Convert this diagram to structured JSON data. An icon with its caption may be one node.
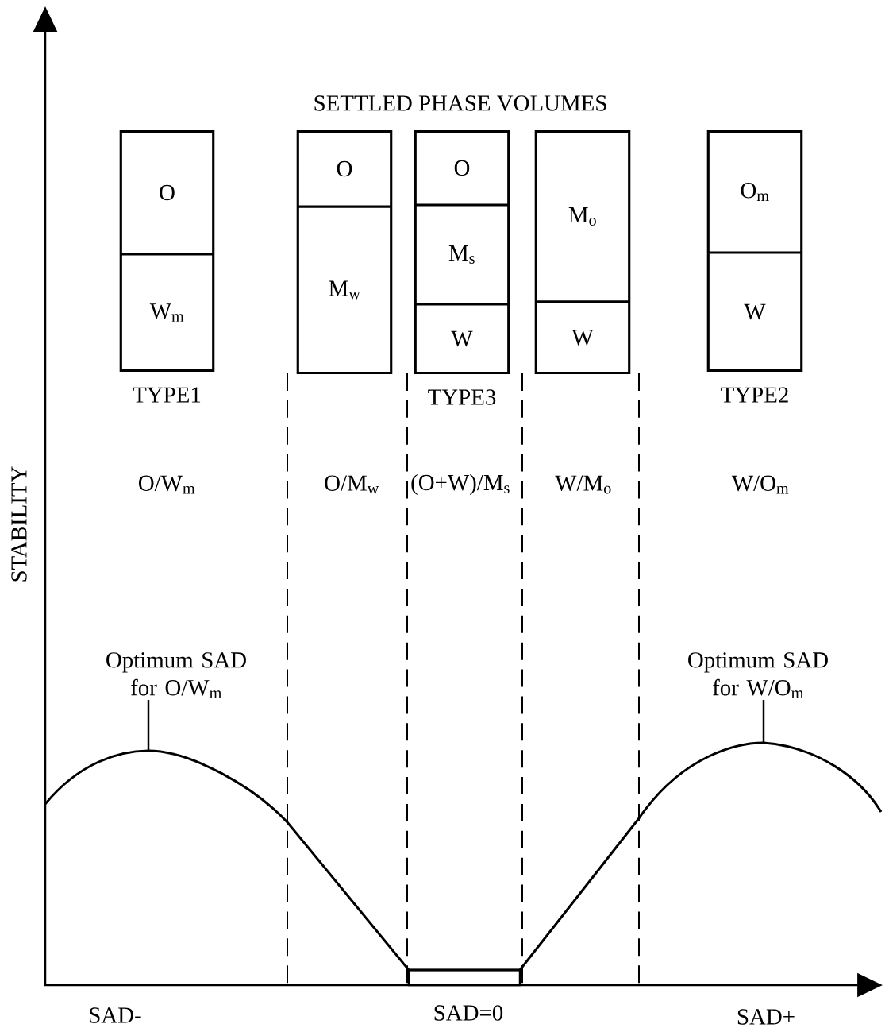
{
  "diagram": {
    "title": "SETTLED PHASE VOLUMES",
    "nodes": [
      {
        "text": [],
        "shape": "box",
        "beside": [
          "TYPE1"
        ]
      },
      {
        "text": [
          "O"
        ],
        "in": 0
      },
      {
        "text": [
          "W$_{m}$"
        ],
        "in": 0
      },
      {
        "text": [],
        "shape": "box"
      },
      {
        "text": [
          "O"
        ],
        "in": 3
      },
      {
        "text": [
          "M$_{w}$"
        ],
        "in": 3
      },
      {
        "text": [],
        "shape": "box",
        "beside": [
          "TYPE3"
        ]
      },
      {
        "text": [
          "O"
        ],
        "in": 6
      },
      {
        "text": [
          "M$_{s}$"
        ],
        "in": 6
      },
      {
        "text": [
          "W"
        ],
        "in": 6
      },
      {
        "text": [],
        "shape": "box"
      },
      {
        "text": [
          "M$_{o}$"
        ],
        "in": 10
      },
      {
        "text": [
          "W"
        ],
        "in": 10
      },
      {
        "text": [],
        "shape": "box",
        "beside": [
          "TYPE2"
        ]
      },
      {
        "text": [
          "O$_{m}$"
        ],
        "in": 13
      },
      {
        "text": [
          "W"
        ],
        "in": 13
      },
      {
        "text": [
          "Optimum SAD for O/W$_{m}$"
        ]
      },
      {
        "text": [
          "Optimum SAD for W/O$_{m}$"
        ]
      }
    ],
    "edges": [
      {
        "from": 16,
        "to": null,
        "arrow": "none"
      },
      {
        "from": 17,
        "to": null,
        "arrow": "none"
      }
    ],
    "labels": [
      "O/W$_{m}$",
      "O/M$_{w}$",
      "(O+W)/M$_{s}$",
      "W/M$_{o}$",
      "W/O$_{m}$",
      "STABILITY",
      "SAD-",
      "SAD=0",
      "SAD+"
    ]
  }
}
